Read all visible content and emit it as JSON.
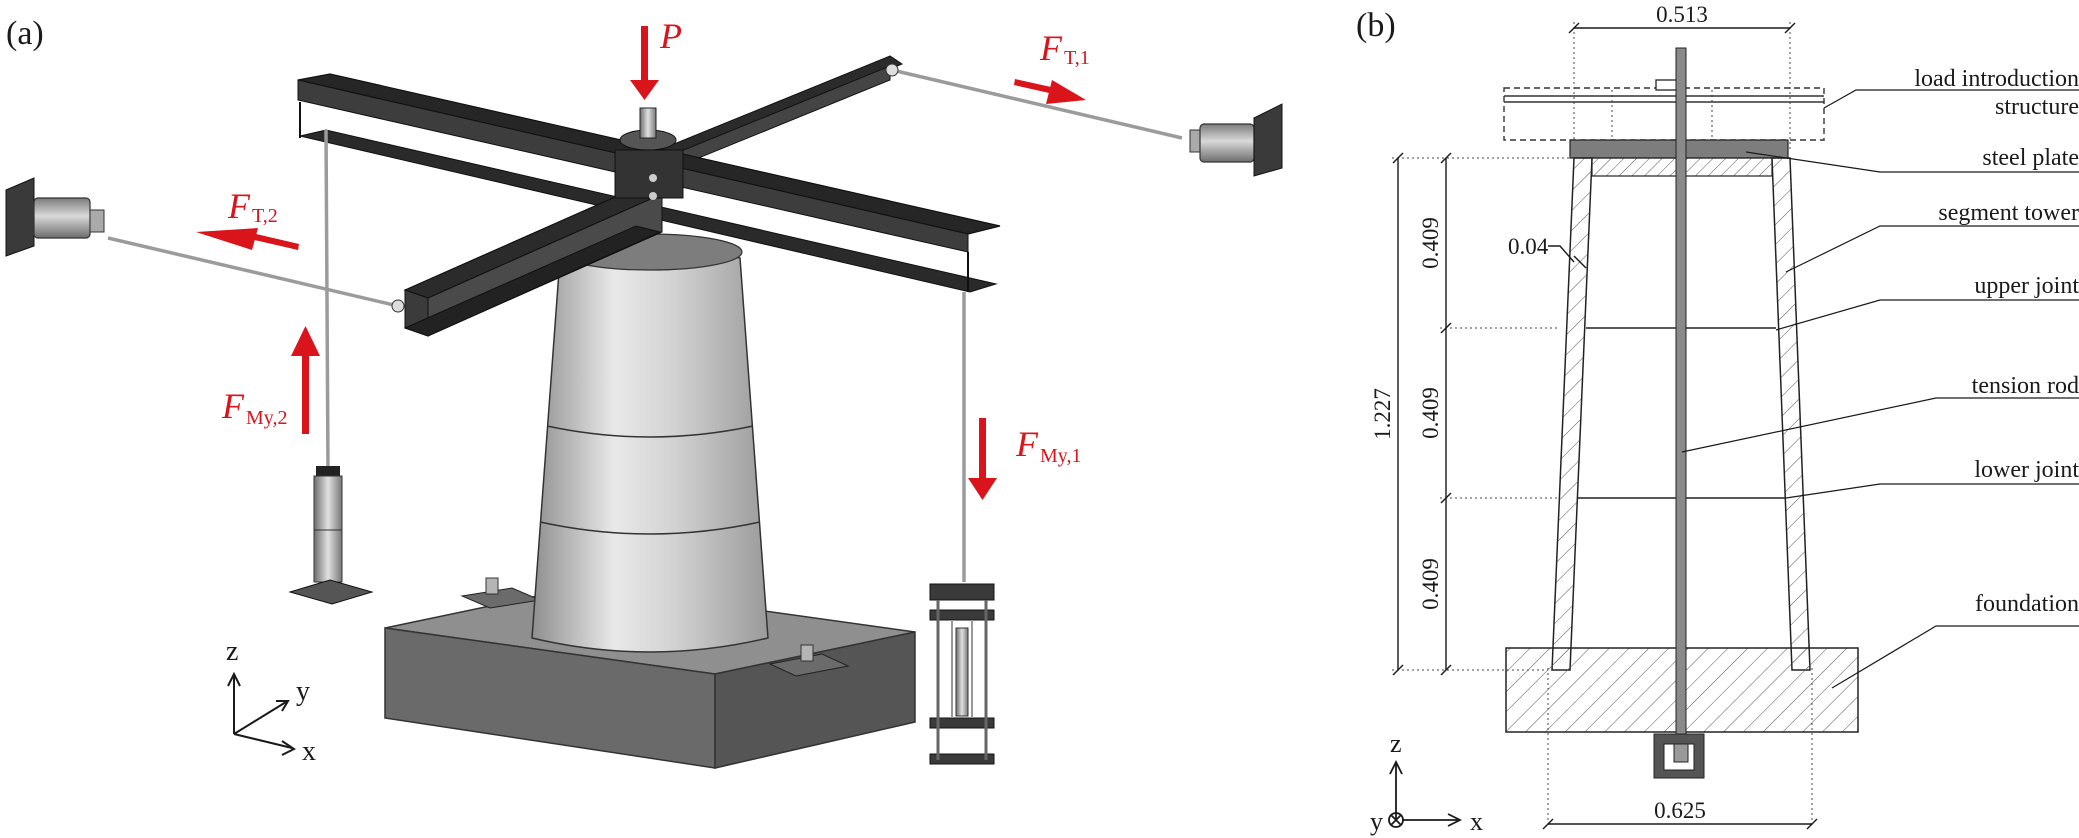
{
  "panel_a": {
    "label": "(a)",
    "forces": {
      "P": {
        "main": "P"
      },
      "FT1": {
        "main": "F",
        "sub": "T,1"
      },
      "FT2": {
        "main": "F",
        "sub": "T,2"
      },
      "FMy1": {
        "main": "F",
        "sub": "My,1"
      },
      "FMy2": {
        "main": "F",
        "sub": "My,2"
      }
    },
    "axes": {
      "z": "z",
      "y": "y",
      "x": "x"
    },
    "colors": {
      "force": "#d9141b",
      "steel": "#2f2f2f",
      "tower": "#c8c8c8",
      "base": "#7a7a7a"
    }
  },
  "panel_b": {
    "label": "(b)",
    "dimensions": {
      "top_width": "0.513",
      "bottom_width": "0.625",
      "total_height": "1.227",
      "seg1": "0.409",
      "seg2": "0.409",
      "seg3": "0.409",
      "wall": "0.04"
    },
    "annotations": {
      "load_line1": "load introduction",
      "load_line2": "structure",
      "steel_plate": "steel plate",
      "segment_tower": "segment tower",
      "upper_joint": "upper joint",
      "tension_rod": "tension rod",
      "lower_joint": "lower joint",
      "foundation": "foundation"
    },
    "axes": {
      "z": "z",
      "y": "y",
      "x": "x"
    }
  }
}
